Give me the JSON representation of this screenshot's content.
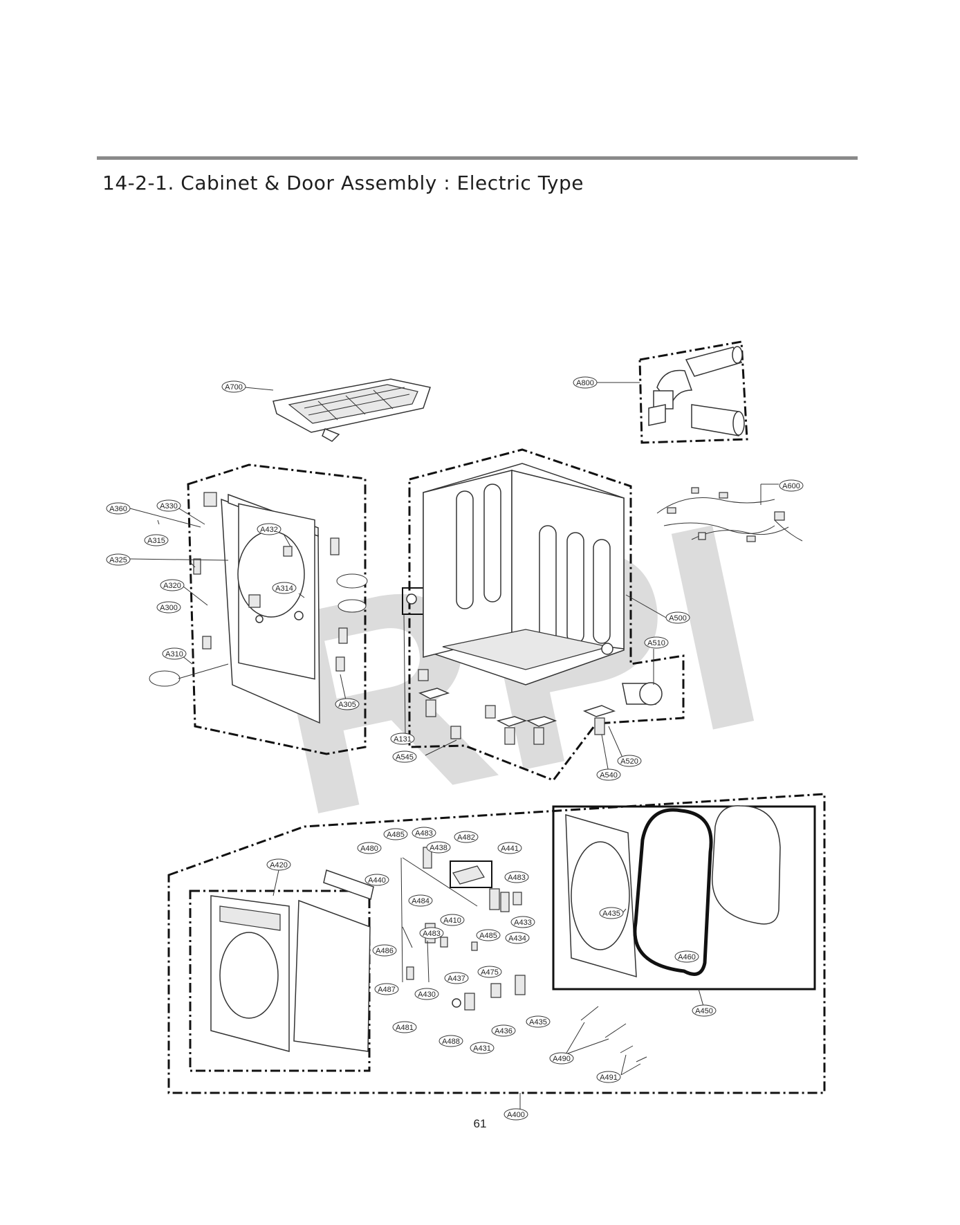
{
  "page": {
    "title": "14-2-1. Cabinet & Door Assembly : Electric Type",
    "page_number": "61",
    "watermark": "RPI"
  },
  "callouts": [
    {
      "id": "A700",
      "label": "A700"
    },
    {
      "id": "A800",
      "label": "A800"
    },
    {
      "id": "A600",
      "label": "A600"
    },
    {
      "id": "A360",
      "label": "A360"
    },
    {
      "id": "A330",
      "label": "A330"
    },
    {
      "id": "A315",
      "label": "A315"
    },
    {
      "id": "A325",
      "label": "A325"
    },
    {
      "id": "A432",
      "label": "A432"
    },
    {
      "id": "A320",
      "label": "A320"
    },
    {
      "id": "A314",
      "label": "A314"
    },
    {
      "id": "A300",
      "label": "A300"
    },
    {
      "id": "A310",
      "label": "A310"
    },
    {
      "id": "A305",
      "label": "A305"
    },
    {
      "id": "A131",
      "label": "A131"
    },
    {
      "id": "A545",
      "label": "A545"
    },
    {
      "id": "A500",
      "label": "A500"
    },
    {
      "id": "A510",
      "label": "A510"
    },
    {
      "id": "A520",
      "label": "A520"
    },
    {
      "id": "A540",
      "label": "A540"
    },
    {
      "id": "A485a",
      "label": "A485"
    },
    {
      "id": "A483a",
      "label": "A483"
    },
    {
      "id": "A482",
      "label": "A482"
    },
    {
      "id": "A480",
      "label": "A480"
    },
    {
      "id": "A438",
      "label": "A438"
    },
    {
      "id": "A441",
      "label": "A441"
    },
    {
      "id": "A420",
      "label": "A420"
    },
    {
      "id": "A440",
      "label": "A440"
    },
    {
      "id": "A483b",
      "label": "A483"
    },
    {
      "id": "A484",
      "label": "A484"
    },
    {
      "id": "A410",
      "label": "A410"
    },
    {
      "id": "A433",
      "label": "A433"
    },
    {
      "id": "A485b",
      "label": "A485"
    },
    {
      "id": "A434",
      "label": "A434"
    },
    {
      "id": "A483c",
      "label": "A483"
    },
    {
      "id": "A486",
      "label": "A486"
    },
    {
      "id": "A475",
      "label": "A475"
    },
    {
      "id": "A437",
      "label": "A437"
    },
    {
      "id": "A487",
      "label": "A487"
    },
    {
      "id": "A430",
      "label": "A430"
    },
    {
      "id": "A435a",
      "label": "A435"
    },
    {
      "id": "A436",
      "label": "A436"
    },
    {
      "id": "A481",
      "label": "A481"
    },
    {
      "id": "A488",
      "label": "A488"
    },
    {
      "id": "A431",
      "label": "A431"
    },
    {
      "id": "A435b",
      "label": "A435"
    },
    {
      "id": "A460",
      "label": "A460"
    },
    {
      "id": "A450",
      "label": "A450"
    },
    {
      "id": "A490",
      "label": "A490"
    },
    {
      "id": "A491",
      "label": "A491"
    },
    {
      "id": "A400",
      "label": "A400"
    }
  ]
}
